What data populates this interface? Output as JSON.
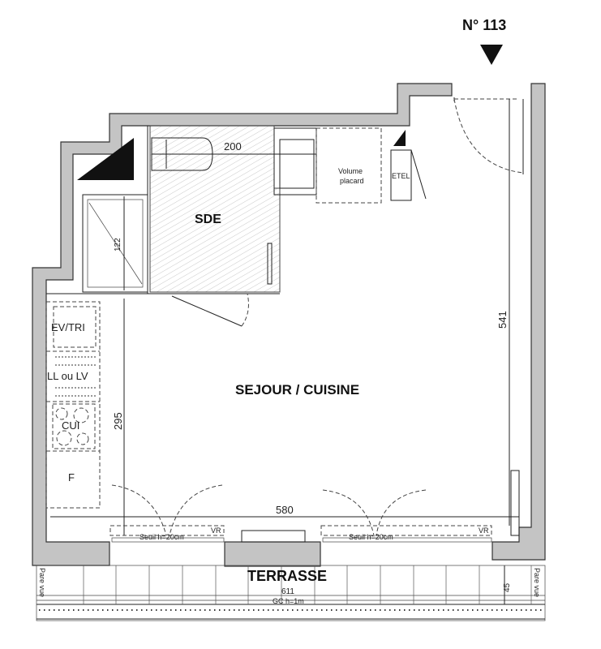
{
  "lot_number": "N° 113",
  "rooms": {
    "sde": "SDE",
    "sejour": "SEJOUR / CUISINE",
    "terrasse": "TERRASSE",
    "placard_line1": "Volume",
    "placard_line2": "placard",
    "etel": "ETEL"
  },
  "kitchen": {
    "ev_tri": "EV/TRI",
    "ll_lv": "LL ou LV",
    "cui": "CUI",
    "f": "F"
  },
  "dimensions": {
    "sde_width": "200",
    "shower": "122",
    "height_right": "541",
    "height_left": "295",
    "width_room": "580",
    "terrace_width": "611",
    "terrace_depth": "45"
  },
  "annotations": {
    "seuil_left": "Seuil h=20cm",
    "seuil_right": "Seuil h=20cm",
    "vr_left": "VR",
    "vr_right": "VR",
    "gc": "GC h=1m",
    "pare_vue_left": "Pare vue",
    "pare_vue_right": "Pare vue"
  },
  "colors": {
    "wall": "#c4c4c4",
    "ink": "#222222"
  }
}
